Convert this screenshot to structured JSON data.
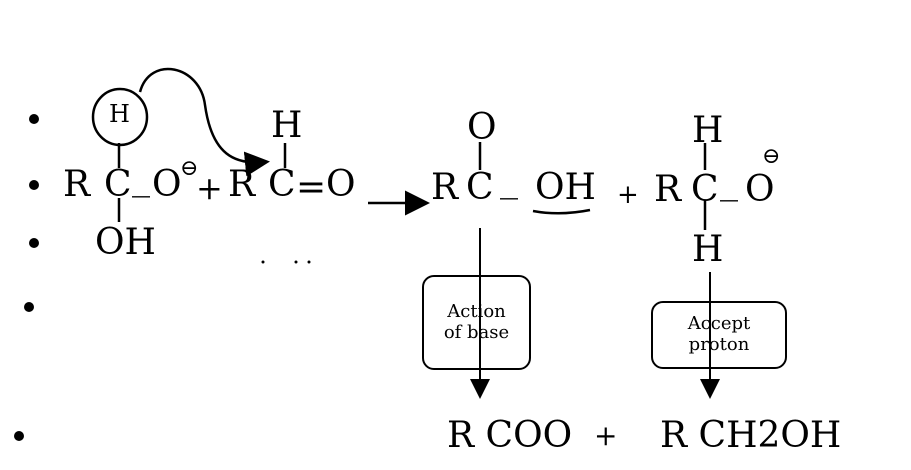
{
  "reactant1": {
    "H": "H",
    "R": "R",
    "C": "C",
    "dash": "_",
    "O": "O",
    "charge": "⊖",
    "OH": "OH"
  },
  "plus1": "+",
  "reactant2": {
    "H": "H",
    "R": "R",
    "C": "C",
    "eq": "=",
    "O": "O"
  },
  "product1": {
    "O": "O",
    "R": "R",
    "C": "C",
    "dash": "_",
    "OH": "OH"
  },
  "plus2": "+",
  "product2": {
    "H_top": "H",
    "R": "R",
    "C": "C",
    "dash": "_",
    "O": "O",
    "charge": "⊖",
    "H_bottom": "H"
  },
  "box1": {
    "line1": "Action",
    "line2": "of base"
  },
  "box2": {
    "line1": "Accept",
    "line2": "proton"
  },
  "final": {
    "left": "R COO",
    "plus": "+",
    "right": "R CH2OH"
  }
}
